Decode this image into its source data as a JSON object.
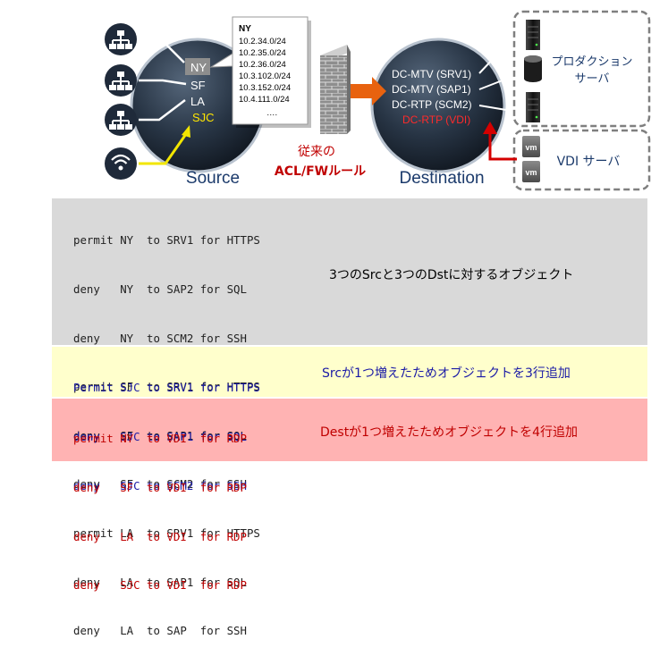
{
  "source": {
    "label": "Source",
    "sites": [
      "NY",
      "SF",
      "LA",
      "SJC"
    ],
    "callout": {
      "title": "NY",
      "subnets": [
        "10.2.34.0/24",
        "10.2.35.0/24",
        "10.2.36.0/24",
        "10.3.102.0/24",
        "10.3.152.0/24",
        "10.4.111.0/24",
        "…."
      ]
    }
  },
  "firewall": {
    "label_line1": "従来の",
    "label_line2": "ACL/FWルール"
  },
  "destination": {
    "label": "Destination",
    "targets": [
      "DC-MTV (SRV1)",
      "DC-MTV (SAP1)",
      "DC-RTP (SCM2)",
      "DC-RTP (VDI)"
    ]
  },
  "servers": {
    "production_label_line1": "プロダクション",
    "production_label_line2": "サーバ",
    "vdi_label": "VDI サーバ",
    "vm_tag": "vm"
  },
  "rules": {
    "base": [
      "permit NY  to SRV1 for HTTPS",
      "deny   NY  to SAP2 for SQL",
      "deny   NY  to SCM2 for SSH",
      "permit SF  to SRV1 for HTTPS",
      "deny   SF  to SAP1 for SQL",
      "deny   SF  to SCM2 for SSH",
      "permit LA  to SRV1 for HTTPS",
      "deny   LA  to SAP1 for SQL",
      "deny   LA  to SAP  for SSH"
    ],
    "src_added": [
      "Permit SJC to SRV1 for HTTPS",
      "deny   SJC to SAP1 for SQL",
      "deny   SJC to SCM2 for SSH"
    ],
    "dst_added": [
      "permit NY  to VDI  for RDP",
      "deny   SF  to VDI  for RDP",
      "deny   LA  to VDI  for RDP",
      "deny   SJC to VDI  for RDP"
    ]
  },
  "notes": {
    "base": "3つのSrcと3つのDstに対するオブジェクト",
    "src_added": "Srcが1つ増えたためオブジェクトを3行追加",
    "dst_added": "Destが1つ増えたためオブジェクトを4行追加"
  },
  "colors": {
    "yellow_arrow": "#f2e600",
    "orange_arrow": "#e8620f",
    "red_arrow": "#d40000",
    "sjc_text": "#ffe600",
    "vdi_text": "#ff2a2a",
    "firewall_text": "#c00000",
    "label_blue": "#1b3a6b"
  }
}
